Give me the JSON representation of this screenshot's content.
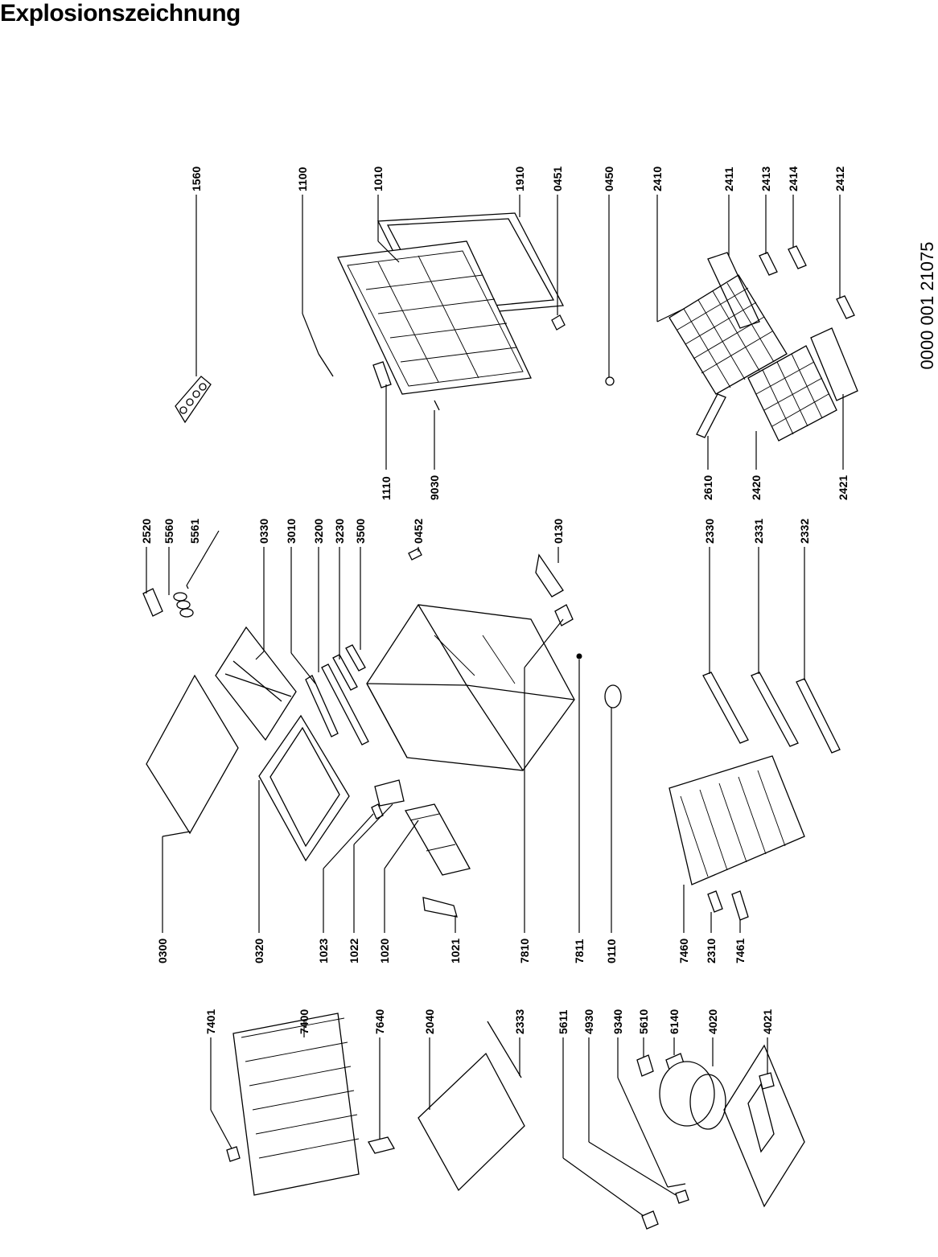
{
  "page": {
    "title": "Explosionszeichnung",
    "doc_number": "0000 001 21075"
  },
  "labels": [
    "1560",
    "1100",
    "1010",
    "1910",
    "0451",
    "0450",
    "2410",
    "2411",
    "2413",
    "2414",
    "2412",
    "1110",
    "9030",
    "2610",
    "2420",
    "2421",
    "2520",
    "5560",
    "5561",
    "0330",
    "3010",
    "3200",
    "3230",
    "3500",
    "0452",
    "0130",
    "2330",
    "2331",
    "2332",
    "0300",
    "0320",
    "1023",
    "1022",
    "1020",
    "1021",
    "7810",
    "7811",
    "0110",
    "7460",
    "2310",
    "7461",
    "7401",
    "7400",
    "7640",
    "2040",
    "2333",
    "5611",
    "4930",
    "9340",
    "5610",
    "6140",
    "4020",
    "4021"
  ]
}
